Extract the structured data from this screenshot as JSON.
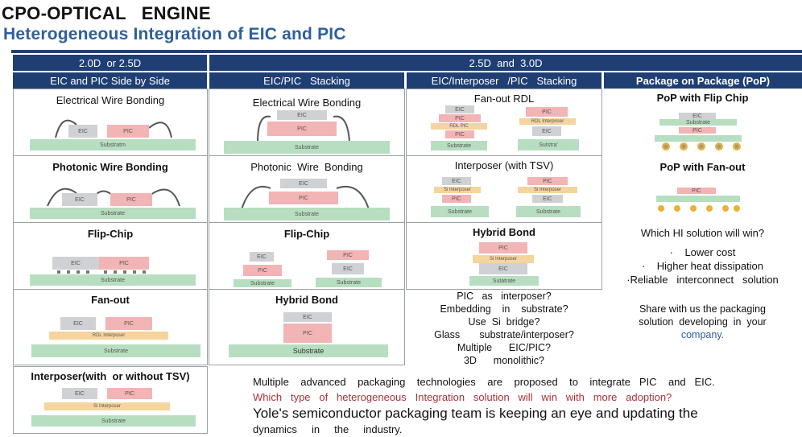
{
  "title": "CPO-OPTICAL   ENGINE",
  "subtitle": "Heterogeneous Integration of EIC and PIC",
  "headers": {
    "col1_group": "2.0D  or 2.5D",
    "col23_group": "2.5D  and  3.0D",
    "col1": "EIC and PIC Side by Side",
    "col2": "EIC/PIC   Stacking",
    "col3": "EIC/Interposer   /PIC   Stacking",
    "col4": "Package on Package (PoP)"
  },
  "col1": {
    "c1": "Electrical Wire Bonding",
    "c2": "Photonic Wire Bonding",
    "c3": "Flip-Chip",
    "c4": "Fan-out",
    "c5": "Interposer(with  or without TSV)"
  },
  "col2": {
    "c1": "Electrical Wire Bonding",
    "c2": "Photonic  Wire  Bonding",
    "c3": "Flip-Chip",
    "c4": "Hybrid Bond"
  },
  "col3": {
    "c1": "Fan-out RDL",
    "c2": "Interposer (with TSV)",
    "c3": "Hybrid Bond"
  },
  "col4": {
    "c1": "PoP with Flip Chip",
    "c2": "PoP with Fan-out",
    "question": "Which HI solution will win?",
    "bullets": [
      "·    Lower cost",
      "·    Higher heat dissipation",
      "·Reliable   interconnect   solution"
    ],
    "share1": "Share with us the packaging",
    "share2": "solution  developing  in  your",
    "share3": "company."
  },
  "diagram_labels": {
    "substrate": "Substrate",
    "substratm": "Substratm",
    "sutstra": "Sutstra'",
    "sutatrate": "Sutatrate",
    "eic": "EIC",
    "pic": "PIC",
    "rdl": "RDL Interposer",
    "rdl_pic": "RDL PIC",
    "si_interposer": "Si Interposer",
    "substrate_pop": "Substrate"
  },
  "questions": [
    "PIC   as   interposer?",
    "Embedding    in    substrate?",
    "Use  Si  bridge?",
    "Glass       substrate/interposer?",
    "Multiple      EIC/PIC?",
    "3D      monolithic?"
  ],
  "bottom": {
    "line1": "Multiple    advanced    packaging    technologies    are    proposed    to    integrate   PIC    and   EIC.",
    "line2": "Which   type   of   heterogeneous   Integration   solution   will   win   with   more   adoption?",
    "line3": "Yole's semiconductor packaging team is keeping an eye and updating the",
    "line4": "dynamics     in     the     industry."
  },
  "colors": {
    "header_bg": "#1f3f74",
    "subtitle": "#2e5f9e",
    "substrate": "#b7dec0",
    "eic": "#cfd1d4",
    "pic": "#f2b4b4",
    "interposer": "#f6d49d",
    "question_red": "#b0303a"
  }
}
